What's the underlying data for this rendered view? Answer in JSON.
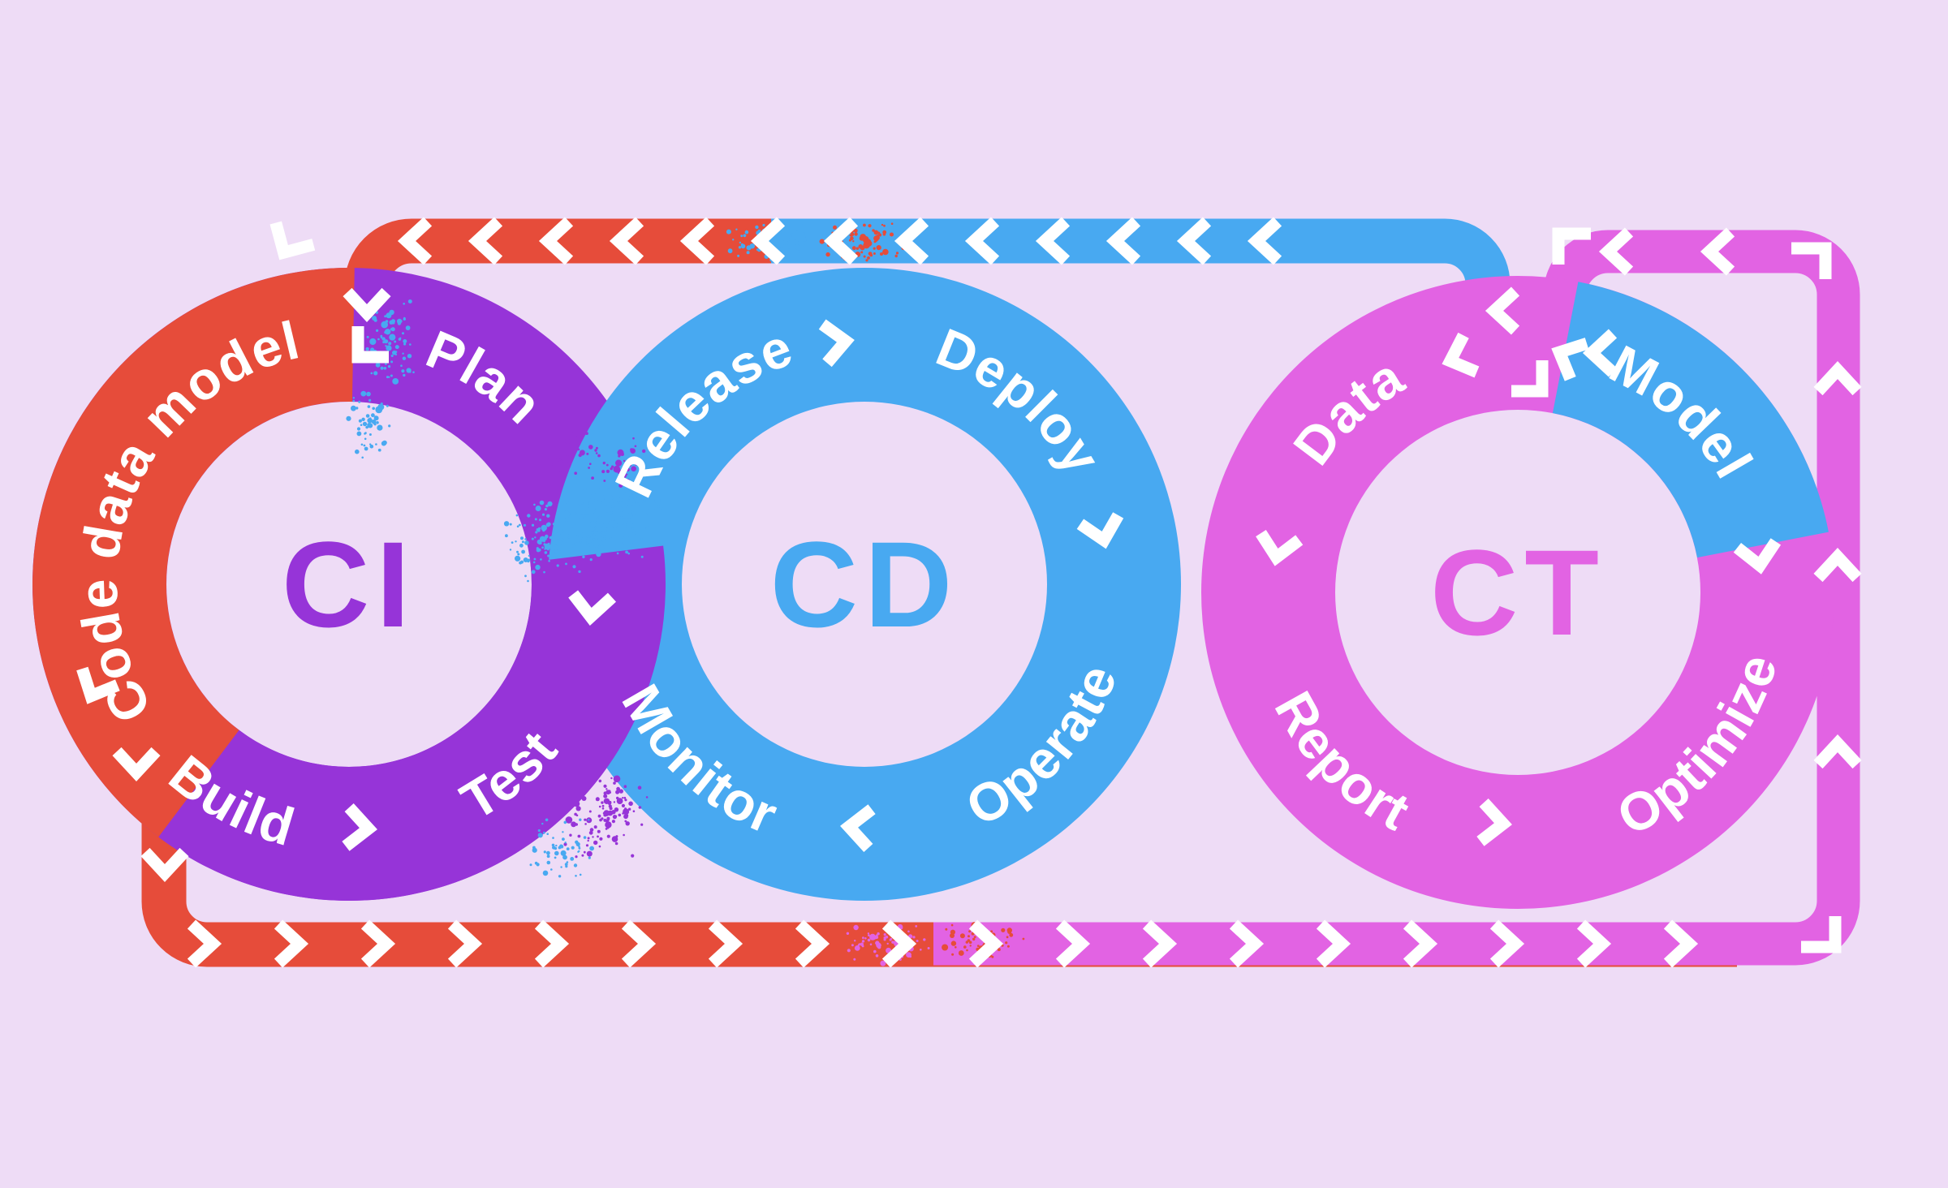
{
  "colors": {
    "background": "#eedcf6",
    "red": "#e64c3a",
    "purple": "#9634d8",
    "blue": "#48a9f1",
    "magenta": "#e263e3",
    "white": "#ffffff"
  },
  "rings": {
    "ci": {
      "abbr": "CI",
      "steps": {
        "code": "Code data model",
        "plan": "Plan",
        "test": "Test",
        "build": "Build"
      }
    },
    "cd": {
      "abbr": "CD",
      "steps": {
        "release": "Release",
        "deploy": "Deploy",
        "operate": "Operate",
        "monitor": "Monitor"
      }
    },
    "ct": {
      "abbr": "CT",
      "steps": {
        "data": "Data",
        "model": "Model",
        "optimize": "Optimize",
        "report": "Report"
      }
    }
  },
  "decor": {
    "pipe_arrow_icon": "chevron",
    "corner_mark_icon": "corner-bracket",
    "texture": "spray-dissolve"
  }
}
